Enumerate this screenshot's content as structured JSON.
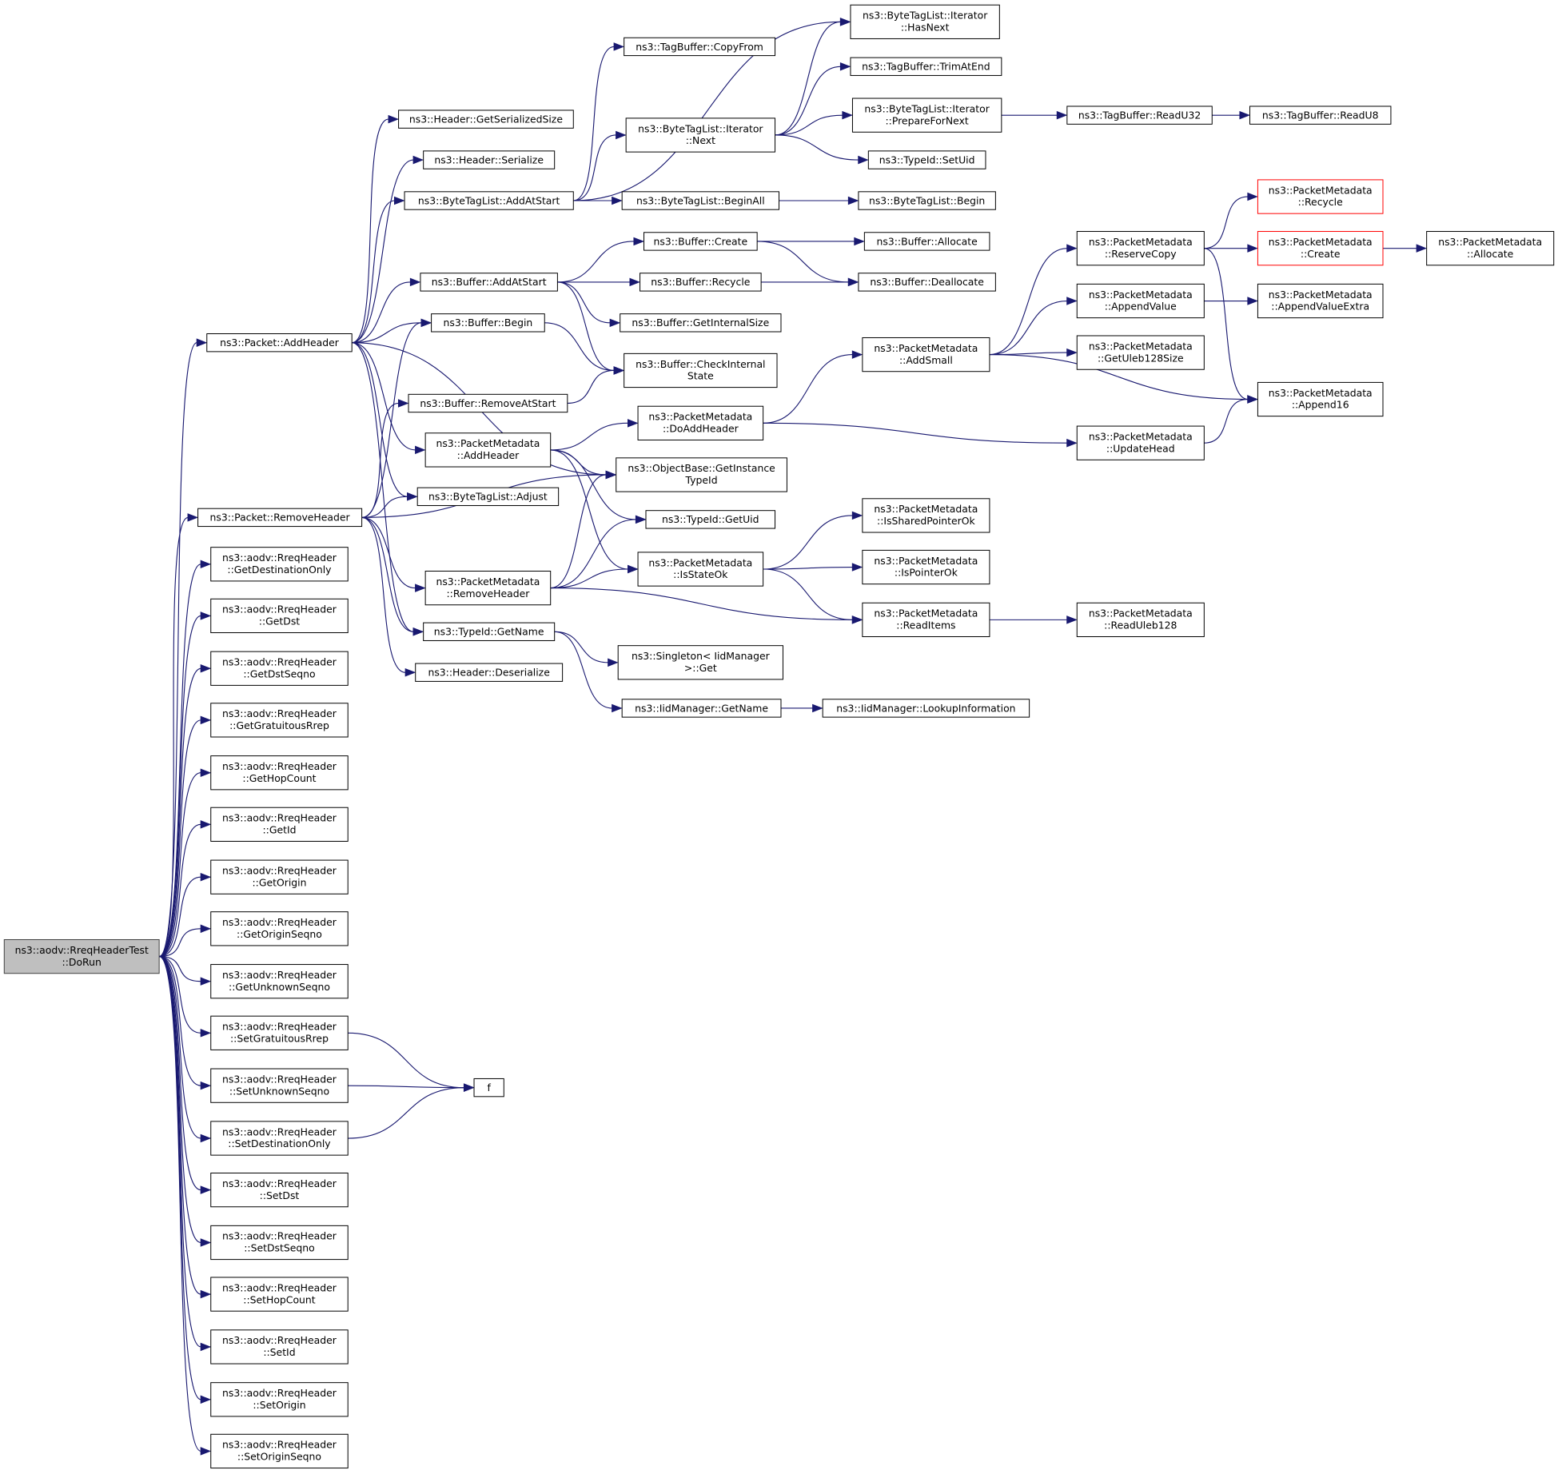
{
  "graph": {
    "title": "Call graph of ns3::aodv::RreqHeaderTest::DoRun",
    "colors": {
      "edge": "#191970",
      "root_fill": "#bfbfbf",
      "truncated_border": "#ff0000"
    },
    "nodes": [
      {
        "id": "dorun",
        "label": [
          "ns3::aodv::RreqHeaderTest",
          "::DoRun"
        ]
      },
      {
        "id": "p_addheader",
        "label": [
          "ns3::Packet::AddHeader"
        ]
      },
      {
        "id": "p_removeheader",
        "label": [
          "ns3::Packet::RemoveHeader"
        ]
      },
      {
        "id": "getdestonly",
        "label": [
          "ns3::aodv::RreqHeader",
          "::GetDestinationOnly"
        ]
      },
      {
        "id": "getdst",
        "label": [
          "ns3::aodv::RreqHeader",
          "::GetDst"
        ]
      },
      {
        "id": "getdstseqno",
        "label": [
          "ns3::aodv::RreqHeader",
          "::GetDstSeqno"
        ]
      },
      {
        "id": "getgratrrep",
        "label": [
          "ns3::aodv::RreqHeader",
          "::GetGratuitousRrep"
        ]
      },
      {
        "id": "gethopcount",
        "label": [
          "ns3::aodv::RreqHeader",
          "::GetHopCount"
        ]
      },
      {
        "id": "getid",
        "label": [
          "ns3::aodv::RreqHeader",
          "::GetId"
        ]
      },
      {
        "id": "getorigin",
        "label": [
          "ns3::aodv::RreqHeader",
          "::GetOrigin"
        ]
      },
      {
        "id": "getoriginseqno",
        "label": [
          "ns3::aodv::RreqHeader",
          "::GetOriginSeqno"
        ]
      },
      {
        "id": "getunknownseqno",
        "label": [
          "ns3::aodv::RreqHeader",
          "::GetUnknownSeqno"
        ]
      },
      {
        "id": "setgratrrep",
        "label": [
          "ns3::aodv::RreqHeader",
          "::SetGratuitousRrep"
        ]
      },
      {
        "id": "setunknownseqno",
        "label": [
          "ns3::aodv::RreqHeader",
          "::SetUnknownSeqno"
        ]
      },
      {
        "id": "setdestonly",
        "label": [
          "ns3::aodv::RreqHeader",
          "::SetDestinationOnly"
        ]
      },
      {
        "id": "setdst",
        "label": [
          "ns3::aodv::RreqHeader",
          "::SetDst"
        ]
      },
      {
        "id": "setdstseqno",
        "label": [
          "ns3::aodv::RreqHeader",
          "::SetDstSeqno"
        ]
      },
      {
        "id": "sethopcount",
        "label": [
          "ns3::aodv::RreqHeader",
          "::SetHopCount"
        ]
      },
      {
        "id": "setid",
        "label": [
          "ns3::aodv::RreqHeader",
          "::SetId"
        ]
      },
      {
        "id": "setorigin",
        "label": [
          "ns3::aodv::RreqHeader",
          "::SetOrigin"
        ]
      },
      {
        "id": "setoriginseqno",
        "label": [
          "ns3::aodv::RreqHeader",
          "::SetOriginSeqno"
        ]
      },
      {
        "id": "h_getsersize",
        "label": [
          "ns3::Header::GetSerializedSize"
        ]
      },
      {
        "id": "h_serialize",
        "label": [
          "ns3::Header::Serialize"
        ]
      },
      {
        "id": "btl_addatstart",
        "label": [
          "ns3::ByteTagList::AddAtStart"
        ]
      },
      {
        "id": "buf_addatstart",
        "label": [
          "ns3::Buffer::AddAtStart"
        ]
      },
      {
        "id": "buf_begin",
        "label": [
          "ns3::Buffer::Begin"
        ]
      },
      {
        "id": "buf_removeatstart",
        "label": [
          "ns3::Buffer::RemoveAtStart"
        ]
      },
      {
        "id": "pm_addheader",
        "label": [
          "ns3::PacketMetadata",
          "::AddHeader"
        ]
      },
      {
        "id": "btl_adjust",
        "label": [
          "ns3::ByteTagList::Adjust"
        ]
      },
      {
        "id": "pm_removeheader",
        "label": [
          "ns3::PacketMetadata",
          "::RemoveHeader"
        ]
      },
      {
        "id": "typeid_getname",
        "label": [
          "ns3::TypeId::GetName"
        ]
      },
      {
        "id": "h_deserialize",
        "label": [
          "ns3::Header::Deserialize"
        ]
      },
      {
        "id": "f",
        "label": [
          "f"
        ]
      },
      {
        "id": "tb_copyfrom",
        "label": [
          "ns3::TagBuffer::CopyFrom"
        ]
      },
      {
        "id": "btli_next",
        "label": [
          "ns3::ByteTagList::Iterator",
          "::Next"
        ]
      },
      {
        "id": "btl_beginall",
        "label": [
          "ns3::ByteTagList::BeginAll"
        ]
      },
      {
        "id": "buf_create",
        "label": [
          "ns3::Buffer::Create"
        ]
      },
      {
        "id": "buf_recycle",
        "label": [
          "ns3::Buffer::Recycle"
        ]
      },
      {
        "id": "buf_getinternalsize",
        "label": [
          "ns3::Buffer::GetInternalSize"
        ]
      },
      {
        "id": "buf_checkinternal",
        "label": [
          "ns3::Buffer::CheckInternal",
          "State"
        ]
      },
      {
        "id": "pm_doaddheader",
        "label": [
          "ns3::PacketMetadata",
          "::DoAddHeader"
        ]
      },
      {
        "id": "ob_getinstancetypeid",
        "label": [
          "ns3::ObjectBase::GetInstance",
          "TypeId"
        ]
      },
      {
        "id": "typeid_getuid",
        "label": [
          "ns3::TypeId::GetUid"
        ]
      },
      {
        "id": "pm_isstateok",
        "label": [
          "ns3::PacketMetadata",
          "::IsStateOk"
        ]
      },
      {
        "id": "singleton_get",
        "label": [
          "ns3::Singleton< IidManager",
          ">::Get"
        ]
      },
      {
        "id": "iid_getname",
        "label": [
          "ns3::IidManager::GetName"
        ]
      },
      {
        "id": "btli_hasnext",
        "label": [
          "ns3::ByteTagList::Iterator",
          "::HasNext"
        ]
      },
      {
        "id": "tb_trimatend",
        "label": [
          "ns3::TagBuffer::TrimAtEnd"
        ]
      },
      {
        "id": "btli_preparefornext",
        "label": [
          "ns3::ByteTagList::Iterator",
          "::PrepareForNext"
        ]
      },
      {
        "id": "typeid_setuid",
        "label": [
          "ns3::TypeId::SetUid"
        ]
      },
      {
        "id": "btl_begin",
        "label": [
          "ns3::ByteTagList::Begin"
        ]
      },
      {
        "id": "buf_allocate",
        "label": [
          "ns3::Buffer::Allocate"
        ]
      },
      {
        "id": "buf_deallocate",
        "label": [
          "ns3::Buffer::Deallocate"
        ]
      },
      {
        "id": "pm_addsmall",
        "label": [
          "ns3::PacketMetadata",
          "::AddSmall"
        ]
      },
      {
        "id": "pm_issharedpointerok",
        "label": [
          "ns3::PacketMetadata",
          "::IsSharedPointerOk"
        ]
      },
      {
        "id": "pm_ispointerok",
        "label": [
          "ns3::PacketMetadata",
          "::IsPointerOk"
        ]
      },
      {
        "id": "pm_readitems",
        "label": [
          "ns3::PacketMetadata",
          "::ReadItems"
        ]
      },
      {
        "id": "iid_lookupinfo",
        "label": [
          "ns3::IidManager::LookupInformation"
        ]
      },
      {
        "id": "tb_readu32",
        "label": [
          "ns3::TagBuffer::ReadU32"
        ]
      },
      {
        "id": "pm_reservecopy",
        "label": [
          "ns3::PacketMetadata",
          "::ReserveCopy"
        ]
      },
      {
        "id": "pm_appendvalue",
        "label": [
          "ns3::PacketMetadata",
          "::AppendValue"
        ]
      },
      {
        "id": "pm_getuleb128size",
        "label": [
          "ns3::PacketMetadata",
          "::GetUleb128Size"
        ]
      },
      {
        "id": "pm_updatehead",
        "label": [
          "ns3::PacketMetadata",
          "::UpdateHead"
        ]
      },
      {
        "id": "pm_readuleb128",
        "label": [
          "ns3::PacketMetadata",
          "::ReadUleb128"
        ]
      },
      {
        "id": "tb_readu8",
        "label": [
          "ns3::TagBuffer::ReadU8"
        ]
      },
      {
        "id": "pm_recycle",
        "label": [
          "ns3::PacketMetadata",
          "::Recycle"
        ],
        "truncated": true
      },
      {
        "id": "pm_create",
        "label": [
          "ns3::PacketMetadata",
          "::Create"
        ],
        "truncated": true
      },
      {
        "id": "pm_appendvalueextra",
        "label": [
          "ns3::PacketMetadata",
          "::AppendValueExtra"
        ]
      },
      {
        "id": "pm_append16",
        "label": [
          "ns3::PacketMetadata",
          "::Append16"
        ]
      },
      {
        "id": "pm_allocate",
        "label": [
          "ns3::PacketMetadata",
          "::Allocate"
        ]
      }
    ],
    "edges": [
      [
        "dorun",
        "p_addheader"
      ],
      [
        "dorun",
        "p_removeheader"
      ],
      [
        "dorun",
        "getdestonly"
      ],
      [
        "dorun",
        "getdst"
      ],
      [
        "dorun",
        "getdstseqno"
      ],
      [
        "dorun",
        "getgratrrep"
      ],
      [
        "dorun",
        "gethopcount"
      ],
      [
        "dorun",
        "getid"
      ],
      [
        "dorun",
        "getorigin"
      ],
      [
        "dorun",
        "getoriginseqno"
      ],
      [
        "dorun",
        "getunknownseqno"
      ],
      [
        "dorun",
        "setgratrrep"
      ],
      [
        "dorun",
        "setunknownseqno"
      ],
      [
        "dorun",
        "setdestonly"
      ],
      [
        "dorun",
        "setdst"
      ],
      [
        "dorun",
        "setdstseqno"
      ],
      [
        "dorun",
        "sethopcount"
      ],
      [
        "dorun",
        "setid"
      ],
      [
        "dorun",
        "setorigin"
      ],
      [
        "dorun",
        "setoriginseqno"
      ],
      [
        "setgratrrep",
        "f"
      ],
      [
        "setunknownseqno",
        "f"
      ],
      [
        "setdestonly",
        "f"
      ],
      [
        "p_addheader",
        "h_getsersize"
      ],
      [
        "p_addheader",
        "h_serialize"
      ],
      [
        "p_addheader",
        "btl_addatstart"
      ],
      [
        "p_addheader",
        "buf_addatstart"
      ],
      [
        "p_addheader",
        "buf_begin"
      ],
      [
        "p_addheader",
        "ob_getinstancetypeid"
      ],
      [
        "p_addheader",
        "pm_addheader"
      ],
      [
        "p_addheader",
        "btl_adjust"
      ],
      [
        "p_addheader",
        "typeid_getname"
      ],
      [
        "p_removeheader",
        "buf_begin"
      ],
      [
        "p_removeheader",
        "buf_removeatstart"
      ],
      [
        "p_removeheader",
        "ob_getinstancetypeid"
      ],
      [
        "p_removeheader",
        "btl_adjust"
      ],
      [
        "p_removeheader",
        "pm_removeheader"
      ],
      [
        "p_removeheader",
        "typeid_getname"
      ],
      [
        "p_removeheader",
        "h_deserialize"
      ],
      [
        "btl_addatstart",
        "tb_copyfrom"
      ],
      [
        "btl_addatstart",
        "btli_hasnext"
      ],
      [
        "btl_addatstart",
        "btli_next"
      ],
      [
        "btl_addatstart",
        "btl_beginall"
      ],
      [
        "btli_next",
        "btli_hasnext"
      ],
      [
        "btli_next",
        "tb_trimatend"
      ],
      [
        "btli_next",
        "btli_preparefornext"
      ],
      [
        "btli_next",
        "typeid_setuid"
      ],
      [
        "btli_preparefornext",
        "tb_readu32"
      ],
      [
        "tb_readu32",
        "tb_readu8"
      ],
      [
        "btl_beginall",
        "btl_begin"
      ],
      [
        "buf_addatstart",
        "buf_create"
      ],
      [
        "buf_addatstart",
        "buf_recycle"
      ],
      [
        "buf_addatstart",
        "buf_getinternalsize"
      ],
      [
        "buf_addatstart",
        "buf_checkinternal"
      ],
      [
        "buf_create",
        "buf_allocate"
      ],
      [
        "buf_create",
        "buf_deallocate"
      ],
      [
        "buf_recycle",
        "buf_deallocate"
      ],
      [
        "buf_begin",
        "buf_checkinternal"
      ],
      [
        "buf_removeatstart",
        "buf_checkinternal"
      ],
      [
        "pm_addheader",
        "pm_doaddheader"
      ],
      [
        "pm_addheader",
        "ob_getinstancetypeid"
      ],
      [
        "pm_addheader",
        "typeid_getuid"
      ],
      [
        "pm_addheader",
        "pm_isstateok"
      ],
      [
        "pm_removeheader",
        "ob_getinstancetypeid"
      ],
      [
        "pm_removeheader",
        "typeid_getuid"
      ],
      [
        "pm_removeheader",
        "pm_isstateok"
      ],
      [
        "pm_removeheader",
        "pm_readitems"
      ],
      [
        "pm_doaddheader",
        "pm_addsmall"
      ],
      [
        "pm_doaddheader",
        "pm_updatehead"
      ],
      [
        "pm_addsmall",
        "pm_reservecopy"
      ],
      [
        "pm_addsmall",
        "pm_appendvalue"
      ],
      [
        "pm_addsmall",
        "pm_getuleb128size"
      ],
      [
        "pm_addsmall",
        "pm_append16"
      ],
      [
        "pm_reservecopy",
        "pm_recycle"
      ],
      [
        "pm_reservecopy",
        "pm_create"
      ],
      [
        "pm_reservecopy",
        "pm_append16"
      ],
      [
        "pm_create",
        "pm_allocate"
      ],
      [
        "pm_appendvalue",
        "pm_appendvalueextra"
      ],
      [
        "pm_updatehead",
        "pm_append16"
      ],
      [
        "pm_isstateok",
        "pm_issharedpointerok"
      ],
      [
        "pm_isstateok",
        "pm_ispointerok"
      ],
      [
        "pm_isstateok",
        "pm_readitems"
      ],
      [
        "pm_readitems",
        "pm_readuleb128"
      ],
      [
        "typeid_getname",
        "singleton_get"
      ],
      [
        "typeid_getname",
        "iid_getname"
      ],
      [
        "iid_getname",
        "iid_lookupinfo"
      ]
    ]
  }
}
